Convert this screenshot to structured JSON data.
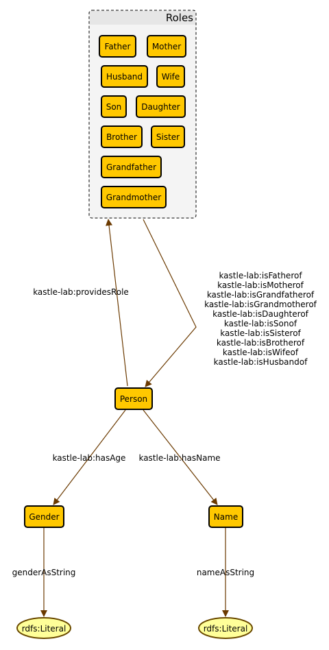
{
  "group": {
    "title": "Roles"
  },
  "roles": {
    "father": "Father",
    "mother": "Mother",
    "husband": "Husband",
    "wife": "Wife",
    "son": "Son",
    "daughter": "Daughter",
    "brother": "Brother",
    "sister": "Sister",
    "grandfather": "Grandfather",
    "grandmother": "Grandmother"
  },
  "nodes": {
    "person": "Person",
    "gender": "Gender",
    "name": "Name",
    "literal_left": "rdfs:Literal",
    "literal_right": "rdfs:Literal"
  },
  "edges": {
    "provides_role": "kastle-lab:providesRole",
    "role_relations": [
      "kastle-lab:isFatherof",
      "kastle-lab:isMotherof",
      "kastle-lab:isGrandfatherof",
      "kastle-lab:isGrandmotherof",
      "kastle-lab:isDaughterof",
      "kastle-lab:isSonof",
      "kastle-lab:isSisterof",
      "kastle-lab:isBrotherof",
      "kastle-lab:isWifeof",
      "kastle-lab:isHusbandof"
    ],
    "has_age": "kastle-lab:hasAge",
    "has_name": "kastle-lab:hasName",
    "gender_as_string": "genderAsString",
    "name_as_string": "nameAsString"
  },
  "colors": {
    "node_fill": "#ffc800",
    "literal_fill": "#ffff99",
    "edge": "#6b3a00",
    "group_fill": "#f4f4f4"
  }
}
